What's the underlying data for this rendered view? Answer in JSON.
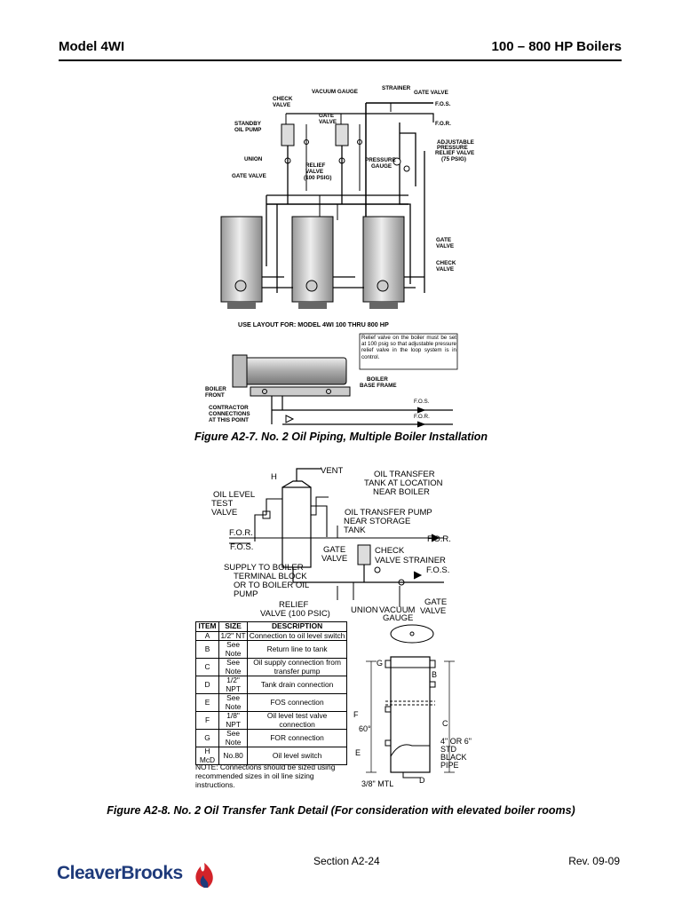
{
  "header": {
    "model": "Model 4WI",
    "range": "100 – 800 HP Boilers"
  },
  "figure1": {
    "caption": "Figure A2-7. No. 2 Oil Piping, Multiple Boiler Installation",
    "labels": {
      "vacuum_gauge": "VACUUM GAUGE",
      "strainer": "STRAINER",
      "gate_valve_top": "GATE VALVE",
      "check_valve_1": "CHECK",
      "check_valve_2": "VALVE",
      "gate_1": "GATE",
      "gate_2": "VALVE",
      "standby_1": "STANDBY",
      "standby_2": "OIL PUMP",
      "union": "UNION",
      "gate_valve_left": "GATE VALVE",
      "relief_1": "RELIEF",
      "relief_2": "VALVE",
      "relief_3": "(100 PSIG)",
      "pressure_1": "PRESSURE",
      "pressure_2": "GAUGE",
      "fos": "F.O.S.",
      "for": "F.O.R.",
      "adj_1": "ADJUSTABLE",
      "adj_2": "PRESSURE",
      "adj_3": "RELIEF VALVE",
      "adj_4": "(75 PSIG)",
      "gate_r1": "GATE",
      "gate_r2": "VALVE",
      "check_r1": "CHECK",
      "check_r2": "VALVE",
      "layout": "USE LAYOUT FOR: MODEL 4WI 100 THRU 800 HP",
      "note_box": "Relief valve on the boiler must be set at 100 psig so that adjustable pressure relief valve in the loop system is in control.",
      "boiler_front_1": "BOILER",
      "boiler_front_2": "FRONT",
      "base_frame_1": "BOILER",
      "base_frame_2": "BASE FRAME",
      "contractor_1": "CONTRACTOR",
      "contractor_2": "CONNECTIONS",
      "contractor_3": "AT THIS POINT",
      "fos2": "F.O.S.",
      "for2": "F.O.R."
    }
  },
  "figure2": {
    "caption": "Figure A2-8. No. 2 Oil Transfer Tank Detail (For consideration with elevated boiler rooms)",
    "labels": {
      "h": "H",
      "vent": "VENT",
      "transfer_tank_1": "OIL TRANSFER",
      "transfer_tank_2": "TANK AT LOCATION",
      "transfer_tank_3": "NEAR BOILER",
      "oil_level_1": "OIL LEVEL",
      "oil_level_2": "TEST",
      "oil_level_3": "VALVE",
      "for": "F.O.R.",
      "transfer_pump_1": "OIL TRANSFER PUMP",
      "transfer_pump_2": "NEAR STORAGE",
      "transfer_pump_3": "TANK",
      "fos": "F.O.S.",
      "for_right": "F.O.R.",
      "gate_1": "GATE",
      "gate_2": "VALVE",
      "check_1": "CHECK",
      "check_2": "VALVE STRAINER",
      "fos_right": "F.O.S.",
      "supply_1": "SUPPLY TO BOILER",
      "supply_2": "TERMINAL BLOCK",
      "supply_3": "OR TO BOILER OIL",
      "supply_4": "PUMP",
      "relief_1": "RELIEF",
      "relief_2": "VALVE (100 PSIC)",
      "union": "UNION",
      "vacuum_1": "VACUUM",
      "vacuum_2": "GAUGE",
      "gate_r1": "GATE",
      "gate_r2": "VALVE",
      "dim_f": "F",
      "dim_e": "E",
      "dim_c": "C",
      "dim_d": "D",
      "dim_g": "G",
      "dim_b": "B",
      "angle": "60°",
      "pipe_1": "4\" OR 6\"",
      "pipe_2": "STD",
      "pipe_3": "BLACK",
      "pipe_4": "PIPE",
      "mtl": "3/8\" MTL"
    },
    "table": {
      "headers": [
        "ITEM",
        "SIZE",
        "DESCRIPTION"
      ],
      "rows": [
        [
          "A",
          "1/2\" NT",
          "Connection to oil level switch"
        ],
        [
          "B",
          "See Note",
          "Return line to tank"
        ],
        [
          "C",
          "See Note",
          "Oil supply connection from transfer pump"
        ],
        [
          "D",
          "1/2\" NPT",
          "Tank drain connection"
        ],
        [
          "E",
          "See Note",
          "FOS connection"
        ],
        [
          "F",
          "1/8\" NPT",
          "Oil level test valve connection"
        ],
        [
          "G",
          "See Note",
          "FOR connection"
        ],
        [
          "H McD",
          "No.80",
          "Oil level switch"
        ]
      ],
      "note": "NOTE: Connections should be sized using recommended sizes in oil line sizing instructions."
    }
  },
  "footer": {
    "section": "Section A2-24",
    "rev": "Rev. 09-09",
    "logo": "CleaverBrooks"
  },
  "colors": {
    "logo_blue": "#1e3a7a",
    "logo_red": "#d2232a"
  }
}
